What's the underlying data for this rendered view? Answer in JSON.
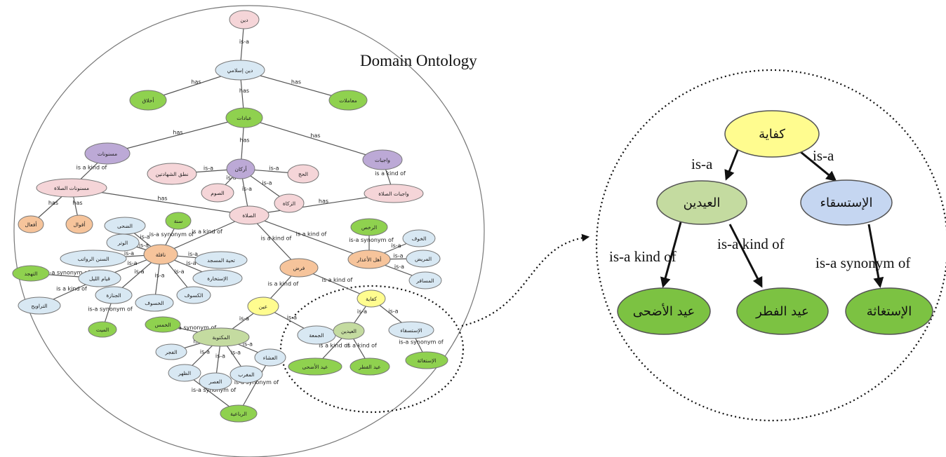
{
  "title": "Domain Ontology",
  "colors": {
    "pink": "#f5d5d8",
    "blue": "#d8e8f3",
    "green": "#8fd14f",
    "purple": "#bca9d6",
    "orange": "#f6c49b",
    "yellow": "#fffc8f",
    "lightgreen": "#c4dba0",
    "zoomblue": "#c5d6f1",
    "zoomgreen": "#7cc242"
  },
  "edge_labels": {
    "is_a": "is-a",
    "has": "has",
    "kind_of": "is a kind of",
    "synonym": "is-a synonym of",
    "zoom_is_a": "is-a",
    "zoom_kind_of": "is-a kind of",
    "zoom_synonym": "is-a synonym of"
  },
  "nodes": {
    "din": "دين",
    "din_islami": "دين إسلامي",
    "akhlaq": "أخلاق",
    "muamalat": "معاملات",
    "ibadat": "عبادات",
    "masnunat": "مسنونات",
    "wajibat": "واجبات",
    "arkan": "أركان",
    "nutq": "نطق الشهادتين",
    "hajj": "الحج",
    "sawm": "الصوم",
    "zakat": "الزكاة",
    "masnunat_salat": "مسنونات الصلاة",
    "wajibat_salat": "واجبات الصلاة",
    "salat": "الصلاة",
    "afal": "أفعال",
    "aqwal": "أقوال",
    "nafila": "نافلة",
    "sunna": "سنة",
    "duha": "الضحى",
    "witr": "الوتر",
    "sunan": "السنن الرواتب",
    "tahiyya": "تحية المسجد",
    "istikhara": "الإستخارة",
    "qiyam": "قيام الليل",
    "tahajjud": "التهجد",
    "tarawih": "التراويح",
    "janaza": "الجنازة",
    "mayyit": "الميت",
    "kusuf": "الكسوف",
    "khusuf": "الخسوف",
    "rukhas": "الرخص",
    "ahl_alaadhar": "أهل الأعذار",
    "khawf": "الخوف",
    "marid": "المريض",
    "musafir": "المسافر",
    "fard": "فرض",
    "ayn": "عين",
    "kifaya": "كفاية",
    "jumua": "الجمعة",
    "maktuba": "المكتوبة",
    "khams": "الخمس",
    "fajr": "الفجر",
    "zuhr": "الظهر",
    "asr": "العصر",
    "maghrib": "المغرب",
    "isha": "العشاء",
    "rubaiya": "الرباعية",
    "eidayn": "العيدين",
    "istisqa": "الإستسقاء",
    "adha": "عيد الأضحى",
    "fitr": "عيد الفطر",
    "istighatha": "الإستغاثة"
  },
  "zoom": {
    "kifaya": "كفاية",
    "eidayn": "العيدين",
    "istisqa": "الإستسقاء",
    "adha": "عيد الأضحى",
    "fitr": "عيد الفطر",
    "istighatha": "الإستغاثة"
  }
}
